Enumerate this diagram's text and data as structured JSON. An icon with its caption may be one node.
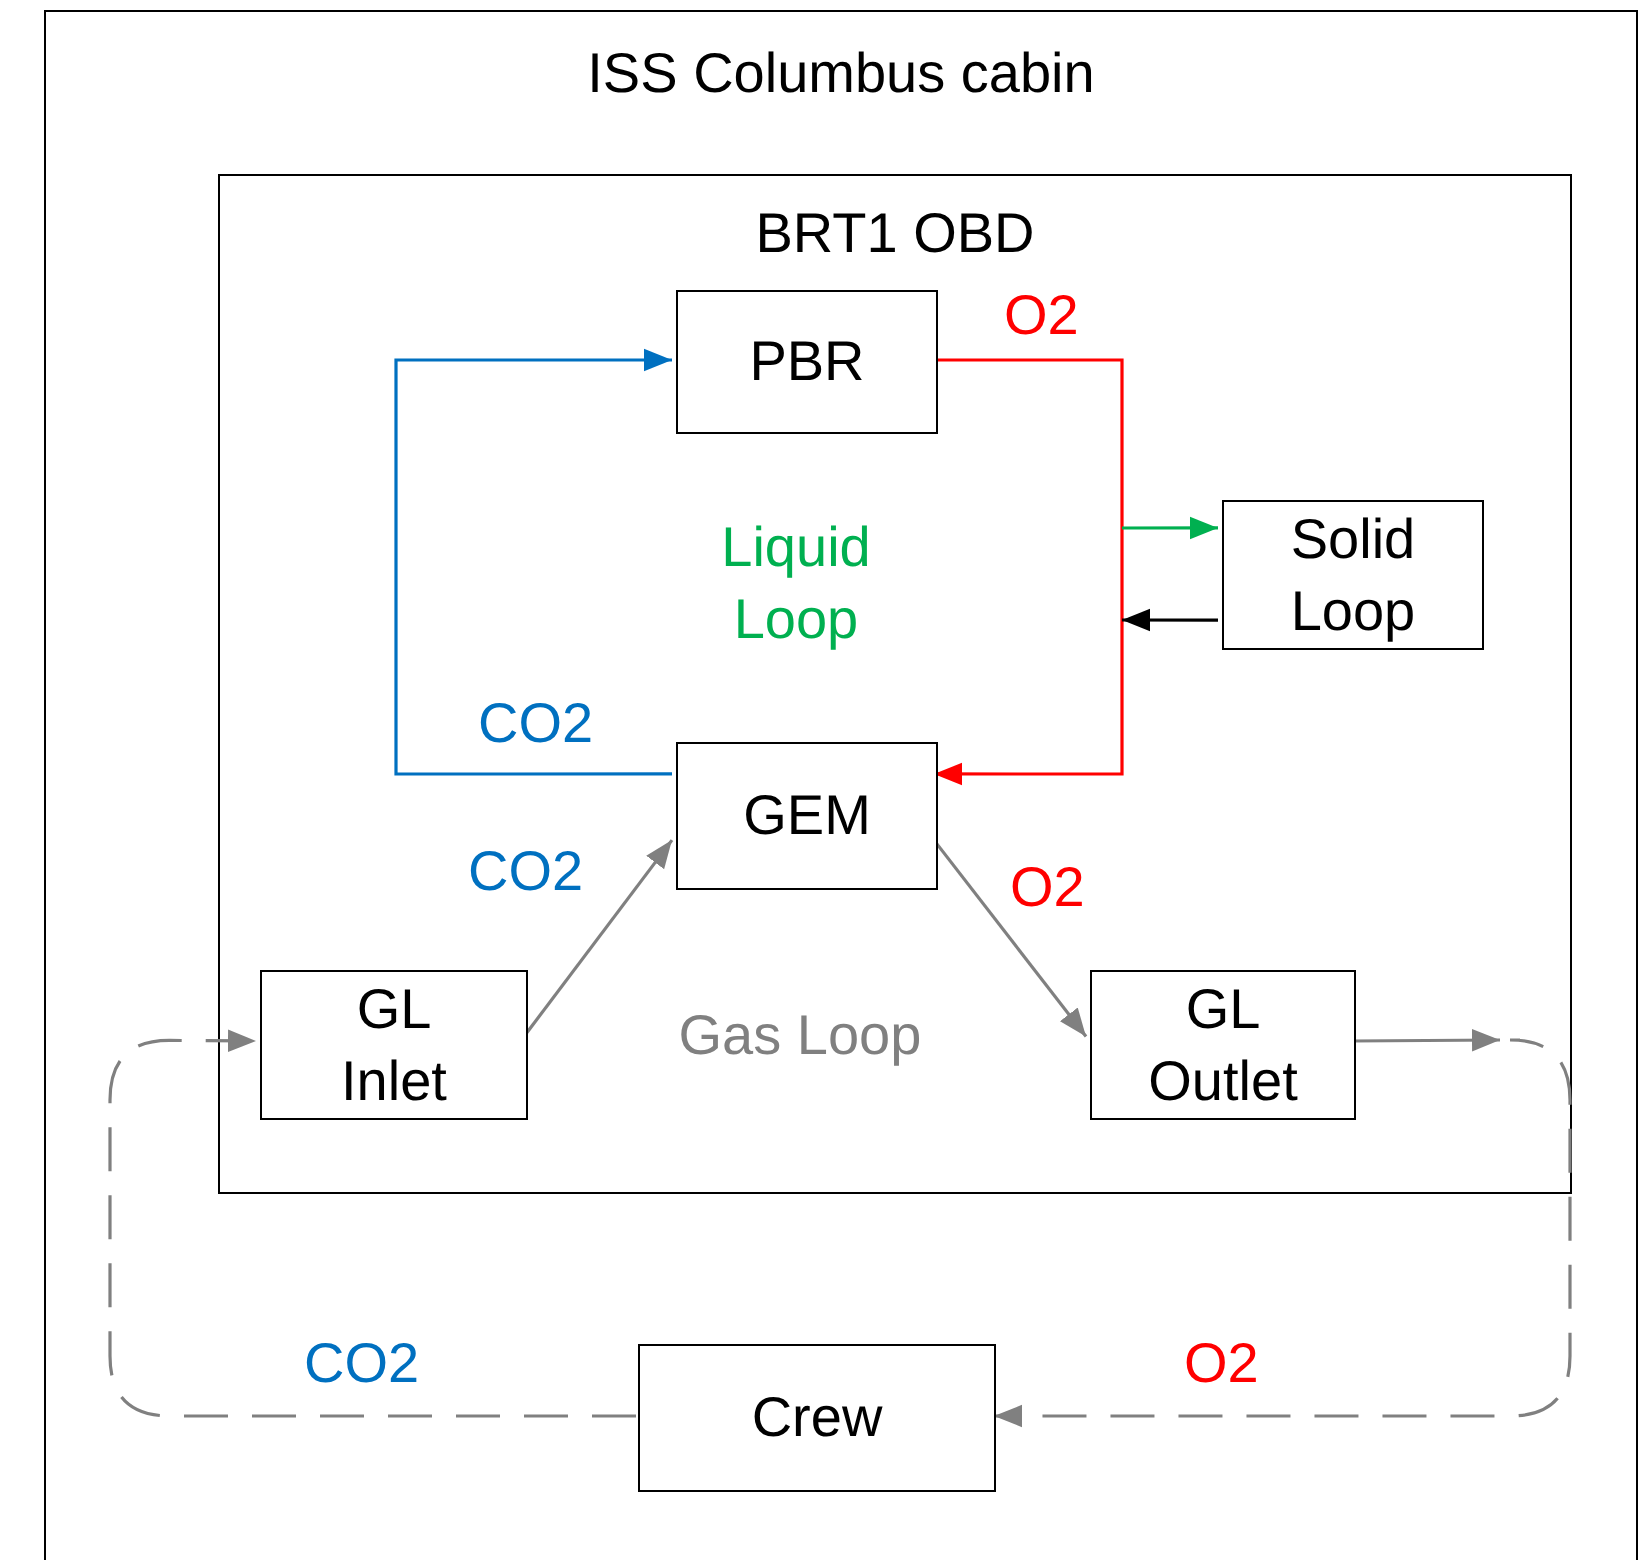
{
  "diagram": {
    "nodes": [
      {
        "text": [
          "ISS Columbus cabin"
        ]
      },
      {
        "text": [
          "BRT1 OBD"
        ],
        "in": 0
      },
      {
        "text": [
          "PBR"
        ],
        "in": 1
      },
      {
        "text": [
          "Solid Loop"
        ],
        "in": 1
      },
      {
        "text": [
          "GEM"
        ],
        "in": 1
      },
      {
        "text": [
          "GL Inlet"
        ],
        "in": 1
      },
      {
        "text": [
          "GL Outlet"
        ],
        "in": 1
      },
      {
        "text": [
          "Crew"
        ],
        "in": 0
      }
    ],
    "edges": [
      {
        "from": 4,
        "to": 2,
        "arrow": "to",
        "label": "CO2",
        "color": "#0070c0"
      },
      {
        "from": 2,
        "to": 4,
        "arrow": "to",
        "label": "O2",
        "color": "#ff0000"
      },
      {
        "from": null,
        "to": 3,
        "arrow": "to",
        "color": "#00b050"
      },
      {
        "from": 3,
        "to": null,
        "arrow": "to",
        "color": "#000000"
      },
      {
        "from": 5,
        "to": 4,
        "arrow": "to",
        "label": "CO2"
      },
      {
        "from": 4,
        "to": 6,
        "arrow": "to",
        "label": "O2"
      },
      {
        "from": 6,
        "to": null,
        "arrow": "to"
      },
      {
        "from": null,
        "to": 7,
        "arrow": "to",
        "label": "O2",
        "style": "dashed"
      },
      {
        "from": 7,
        "to": 5,
        "arrow": "to",
        "label": "CO2",
        "style": "dashed"
      }
    ],
    "labels": [
      "Liquid Loop",
      "Gas Loop"
    ]
  }
}
